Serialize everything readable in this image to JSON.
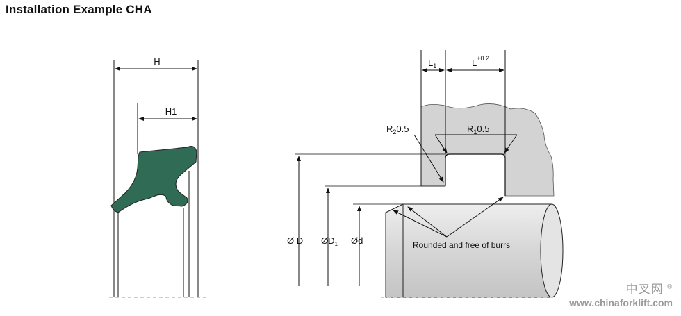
{
  "title": "Installation Example CHA",
  "left_figure": {
    "dim_H": "H",
    "dim_H1": "H1",
    "seal_color": "#2f6b55"
  },
  "right_figure": {
    "dim_L1": "L",
    "dim_L1_sub": "1",
    "dim_L": "L",
    "dim_L_tol": "+0.2",
    "radius_2_prefix": "R",
    "radius_2_sub": "2",
    "radius_2_val": "0.5",
    "radius_1_prefix": "R",
    "radius_1_sub": "1",
    "radius_1_val": "0.5",
    "dia_D": "Ø D",
    "dia_D1": "ØD",
    "dia_D1_sub": "1",
    "dia_d": "Ød",
    "note": "Rounded and free of burrs",
    "housing_color": "#d3d3d3",
    "shaft_color": "#d8d8d8"
  },
  "watermark": {
    "brand": "中叉网",
    "reg": "®",
    "url": "www.chinaforklift.com"
  }
}
